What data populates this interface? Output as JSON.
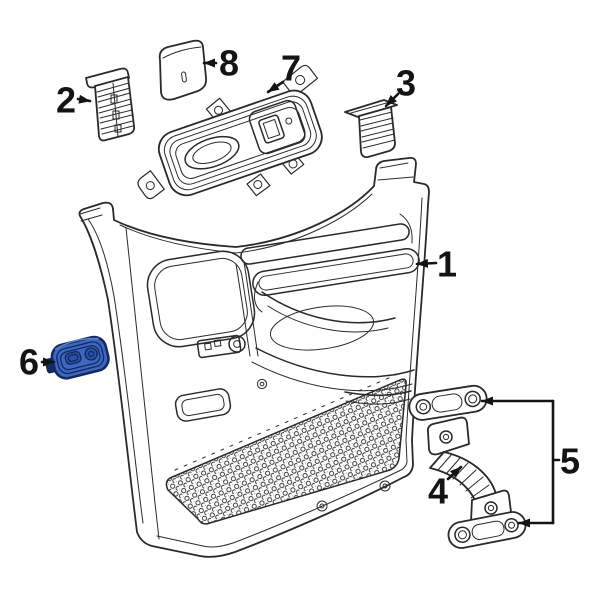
{
  "diagram": {
    "type": "exploded-parts-diagram",
    "subject": "front-door-interior-trim-panel",
    "background": "#ffffff",
    "ink": "#2a2a2a",
    "highlighted_part": "6",
    "highlight": {
      "fill": "#3c67c3",
      "fill_dark": "#2b51a8",
      "fill_light": "#5c85d6",
      "outline": "#16295f"
    },
    "callouts": [
      {
        "label": "1"
      },
      {
        "label": "2"
      },
      {
        "label": "3"
      },
      {
        "label": "4"
      },
      {
        "label": "5"
      },
      {
        "label": "6"
      },
      {
        "label": "7"
      },
      {
        "label": "8"
      }
    ]
  }
}
